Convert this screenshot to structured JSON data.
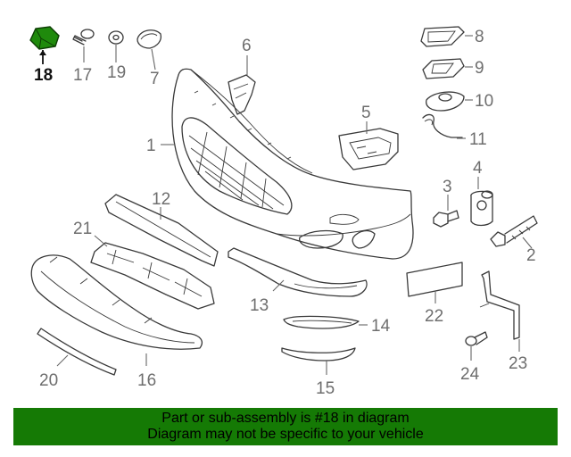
{
  "diagram": {
    "highlighted_part": "18",
    "callouts": [
      "18",
      "17",
      "19",
      "7",
      "6",
      "8",
      "9",
      "10",
      "5",
      "11",
      "1",
      "4",
      "3",
      "2",
      "12",
      "21",
      "13",
      "22",
      "14",
      "20",
      "16",
      "15",
      "24",
      "23"
    ],
    "highlight_color": "#157a05"
  },
  "banner": {
    "line1": "Part or sub-assembly is #18 in diagram",
    "line2": "Diagram may not be specific to your vehicle",
    "background": "#157a05"
  }
}
